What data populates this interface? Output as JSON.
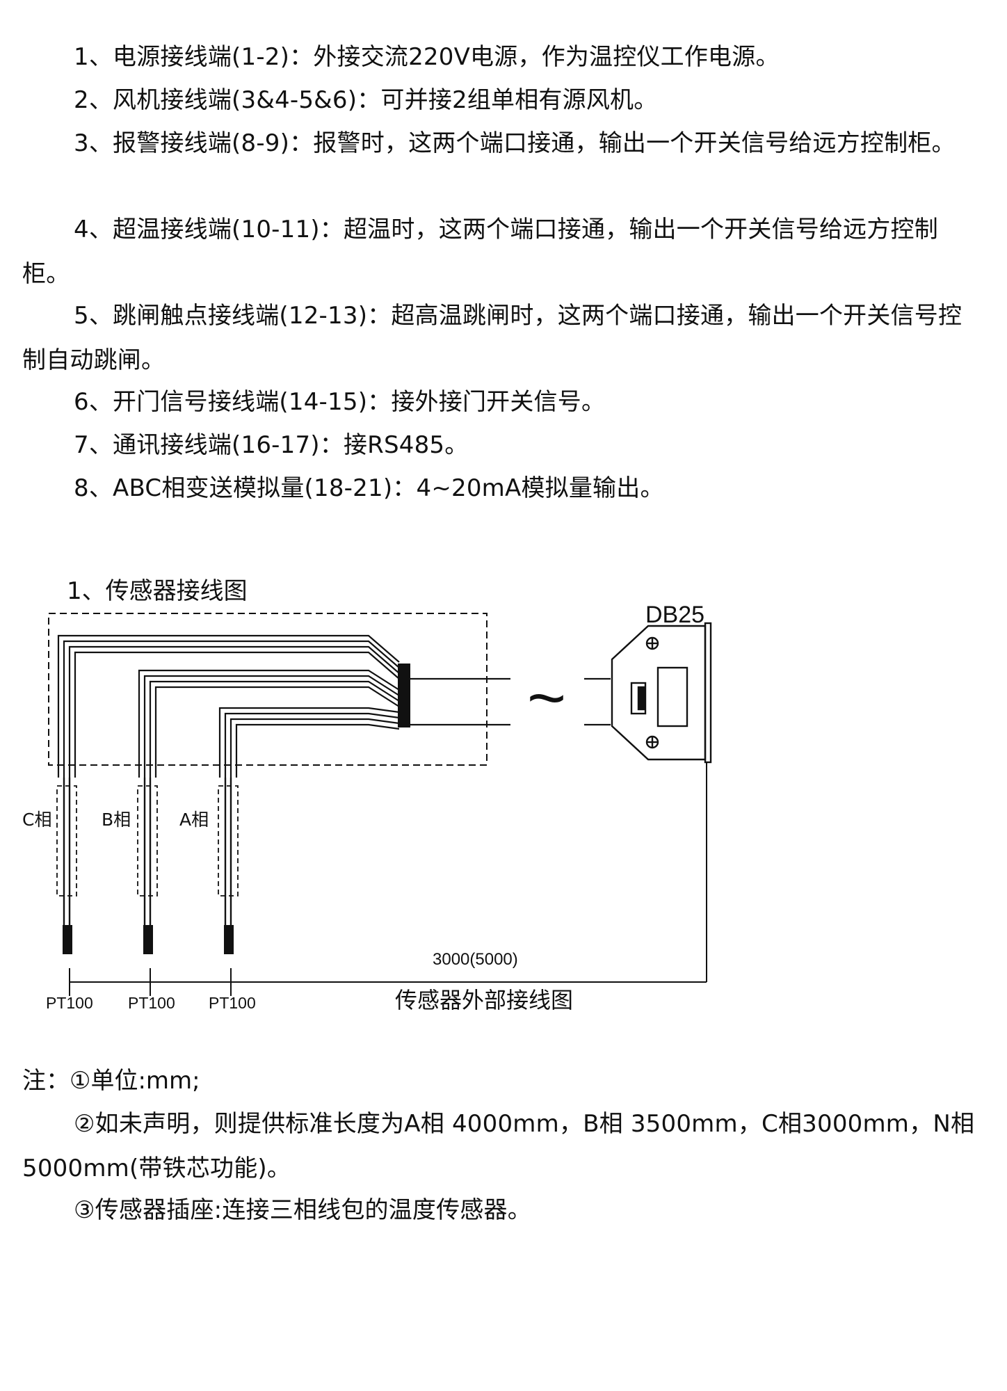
{
  "items": [
    "1、电源接线端(1-2)：外接交流220V电源，作为温控仪工作电源。",
    "2、风机接线端(3&4-5&6)：可并接2组单相有源风机。",
    "3、报警接线端(8-9)：报警时，这两个端口接通，输出一个开关信号给远方控制柜。",
    "4、超温接线端(10-11)：超温时，这两个端口接通，输出一个开关信号给远方控制柜。",
    "5、跳闸触点接线端(12-13)：超高温跳闸时，这两个端口接通，输出一个开关信号控制自动跳闸。",
    "6、开门信号接线端(14-15)：接外接门开关信号。",
    "7、通讯接线端(16-17)：接RS485。",
    "8、ABC相变送模拟量(18-21)：4~20mA模拟量输出。"
  ],
  "diagram": {
    "heading": "1、传感器接线图",
    "connector_label": "DB25",
    "tilde": "~",
    "phase_c": "C相",
    "phase_b": "B相",
    "phase_a": "A相",
    "pt100_1": "PT100",
    "pt100_2": "PT100",
    "pt100_3": "PT100",
    "length_label": "3000(5000)",
    "caption": "传感器外部接线图"
  },
  "notes": {
    "head": "注：①单位:mm;",
    "note2": "②如未声明，则提供标准长度为A相 4000mm，B相 3500mm，C相3000mm，N相5000mm(带铁芯功能)。",
    "note3": "③传感器插座:连接三相线包的温度传感器。"
  }
}
